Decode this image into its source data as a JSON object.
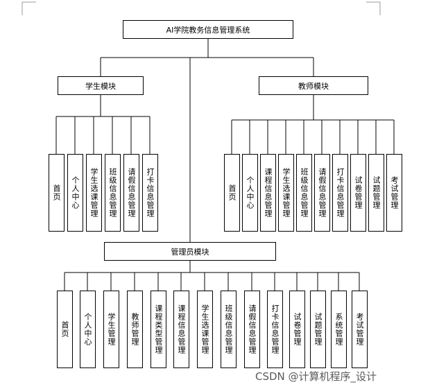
{
  "system": {
    "title": "AI学院教务信息管理系统"
  },
  "student_module": {
    "title": "学生模块",
    "items": [
      "首页",
      "个人中心",
      "学生选课管理",
      "班级信息管理",
      "请假信息管理",
      "打卡信息管理"
    ]
  },
  "teacher_module": {
    "title": "教师模块",
    "items": [
      "首页",
      "个人中心",
      "课程信息管理",
      "学生选课管理",
      "班级信息管理",
      "请假信息管理",
      "打卡信息管理",
      "试卷管理",
      "试题管理",
      "考试管理"
    ]
  },
  "admin_module": {
    "title": "管理员模块",
    "items": [
      "首页",
      "个人中心",
      "学生管理",
      "教师管理",
      "课程类型管理",
      "课程信息管理",
      "学生选课管理",
      "班级信息管理",
      "请假信息管理",
      "打卡信息管理",
      "试卷管理",
      "试题管理",
      "系统管理",
      "考试管理"
    ]
  },
  "watermark": {
    "text": "CSDN @计算机程序_设计"
  }
}
